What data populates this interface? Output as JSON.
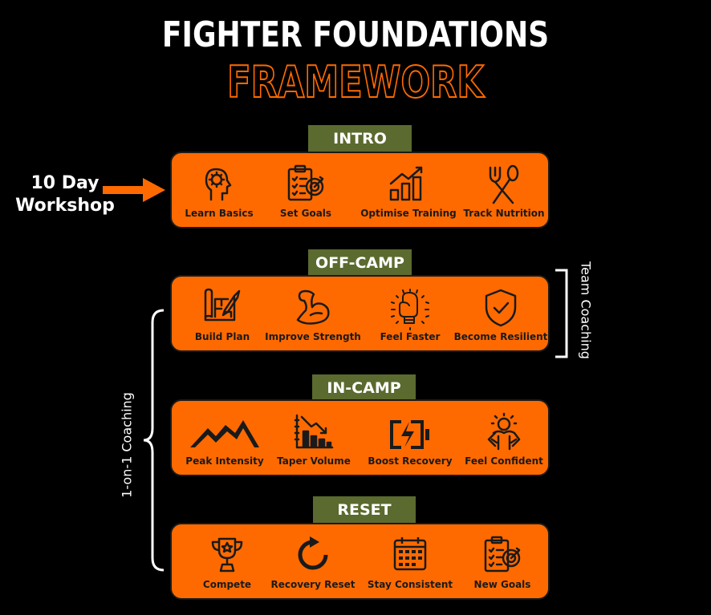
{
  "title": {
    "line1": "FIGHTER FOUNDATIONS",
    "line2": "FRAMEWORK"
  },
  "workshop_label": {
    "line1": "10 Day",
    "line2": "Workshop"
  },
  "team_coaching_label": "Team Coaching",
  "one_on_one_label": "1-on-1 Coaching",
  "colors": {
    "background": "#000000",
    "accent_orange": "#ff6a00",
    "phase_label_green": "#5b6a2e",
    "text_dark": "#1a1a1a",
    "text_light": "#ffffff"
  },
  "phases": [
    {
      "label": "INTRO",
      "items": [
        {
          "icon": "brain-head-icon",
          "caption": "Learn Basics"
        },
        {
          "icon": "clipboard-target-icon",
          "caption": "Set Goals"
        },
        {
          "icon": "growth-chart-icon",
          "caption": "Optimise Training"
        },
        {
          "icon": "fork-spoon-icon",
          "caption": "Track Nutrition"
        }
      ]
    },
    {
      "label": "OFF-CAMP",
      "items": [
        {
          "icon": "blueprint-pencil-icon",
          "caption": "Build Plan"
        },
        {
          "icon": "flexed-arm-icon",
          "caption": "Improve Strength"
        },
        {
          "icon": "boxing-glove-icon",
          "caption": "Feel Faster"
        },
        {
          "icon": "shield-check-icon",
          "caption": "Become Resilient"
        }
      ]
    },
    {
      "label": "IN-CAMP",
      "items": [
        {
          "icon": "mountain-peaks-icon",
          "caption": "Peak Intensity"
        },
        {
          "icon": "declining-chart-icon",
          "caption": "Taper Volume"
        },
        {
          "icon": "battery-charge-icon",
          "caption": "Boost Recovery"
        },
        {
          "icon": "confident-person-icon",
          "caption": "Feel Confident"
        }
      ]
    },
    {
      "label": "RESET",
      "items": [
        {
          "icon": "trophy-icon",
          "caption": "Compete"
        },
        {
          "icon": "refresh-arrow-icon",
          "caption": "Recovery Reset"
        },
        {
          "icon": "calendar-icon",
          "caption": "Stay Consistent"
        },
        {
          "icon": "clipboard-target-icon",
          "caption": "New Goals"
        }
      ]
    }
  ]
}
